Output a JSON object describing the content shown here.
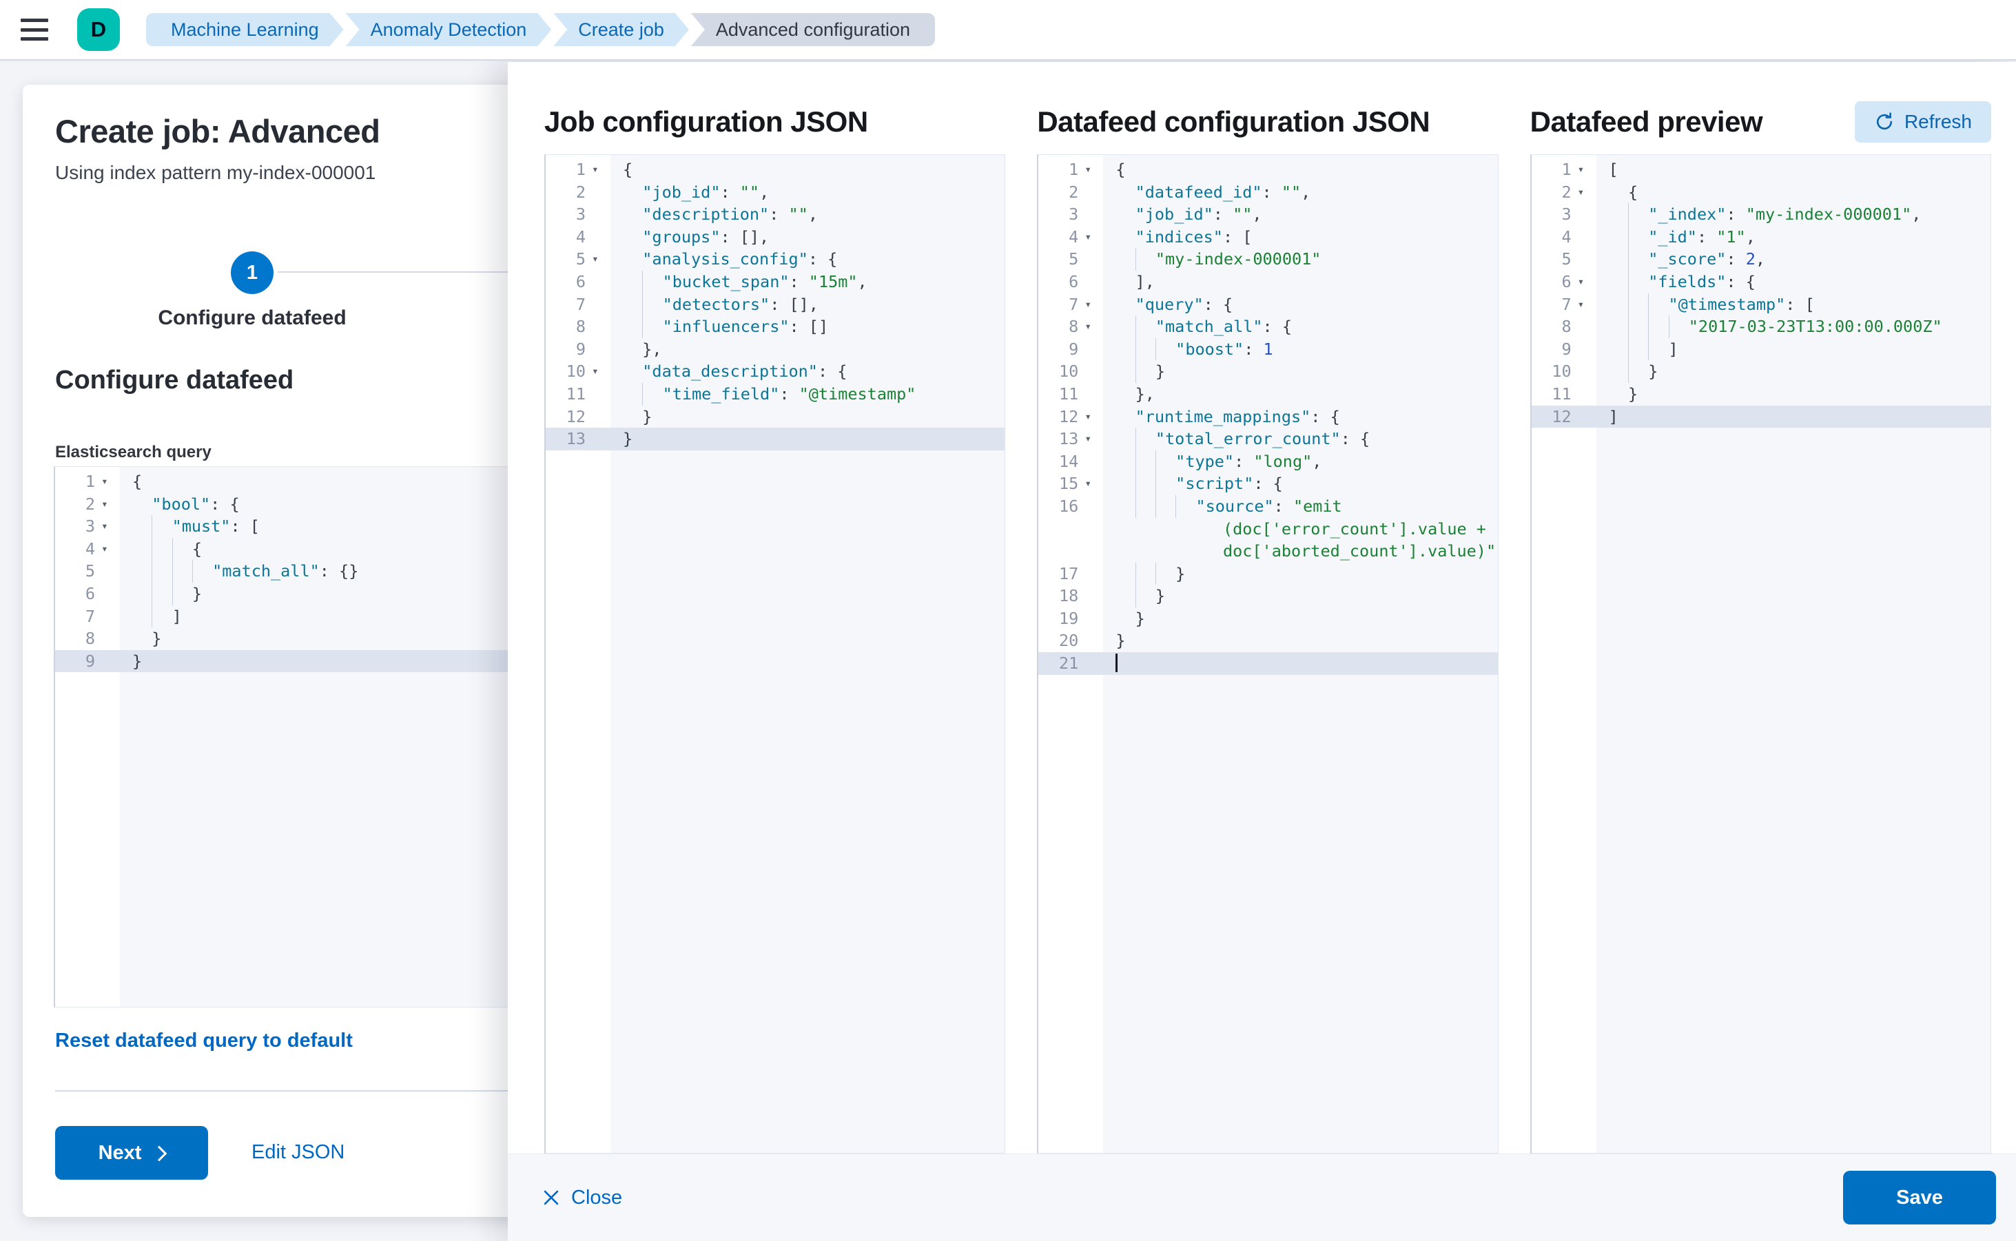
{
  "topbar": {
    "avatar_initial": "D",
    "breadcrumbs": [
      {
        "label": "Machine Learning"
      },
      {
        "label": "Anomaly Detection"
      },
      {
        "label": "Create job"
      },
      {
        "label": "Advanced configuration"
      }
    ]
  },
  "panel": {
    "title": "Create job: Advanced",
    "subtitle": "Using index pattern my-index-000001",
    "step_number": "1",
    "step_label": "Configure datafeed",
    "section_heading": "Configure datafeed",
    "query_label": "Elasticsearch query",
    "reset_link": "Reset datafeed query to default",
    "next_button": "Next",
    "edit_json_link": "Edit JSON"
  },
  "flyout": {
    "col1_title": "Job configuration JSON",
    "col2_title": "Datafeed configuration JSON",
    "col3_title": "Datafeed preview",
    "refresh_button": "Refresh",
    "close_button": "Close",
    "save_button": "Save"
  },
  "colors": {
    "accent_blue": "#0071c2",
    "breadcrumb_blue_bg": "#d2e7f8",
    "breadcrumb_gray_bg": "#d3dae6",
    "avatar_teal": "#00bfb3",
    "editor_bg": "#f5f7fa",
    "active_line": "#dde4ef",
    "key_color": "#0c7598",
    "string_color": "#1b8135",
    "number_color": "#2450c9"
  },
  "editors": {
    "esQuery": {
      "lines": [
        {
          "n": "1",
          "fold": true,
          "ind": 0,
          "t": [
            [
              "p",
              "{"
            ]
          ]
        },
        {
          "n": "2",
          "fold": true,
          "ind": 1,
          "t": [
            [
              "k",
              "\"bool\""
            ],
            [
              "p",
              ": {"
            ]
          ]
        },
        {
          "n": "3",
          "fold": true,
          "ind": 2,
          "t": [
            [
              "k",
              "\"must\""
            ],
            [
              "p",
              ": ["
            ]
          ]
        },
        {
          "n": "4",
          "fold": true,
          "ind": 3,
          "t": [
            [
              "p",
              "{"
            ]
          ]
        },
        {
          "n": "5",
          "ind": 4,
          "t": [
            [
              "k",
              "\"match_all\""
            ],
            [
              "p",
              ": {}"
            ]
          ]
        },
        {
          "n": "6",
          "ind": 3,
          "t": [
            [
              "p",
              "}"
            ]
          ]
        },
        {
          "n": "7",
          "ind": 2,
          "t": [
            [
              "p",
              "]"
            ]
          ]
        },
        {
          "n": "8",
          "ind": 1,
          "t": [
            [
              "p",
              "}"
            ]
          ]
        },
        {
          "n": "9",
          "ind": 0,
          "active": true,
          "t": [
            [
              "p",
              "}"
            ]
          ]
        }
      ]
    },
    "jobConfig": {
      "lines": [
        {
          "n": "1",
          "fold": true,
          "ind": 0,
          "t": [
            [
              "p",
              "{"
            ]
          ]
        },
        {
          "n": "2",
          "ind": 1,
          "t": [
            [
              "k",
              "\"job_id\""
            ],
            [
              "p",
              ": "
            ],
            [
              "s",
              "\"\""
            ],
            [
              "p",
              ","
            ]
          ]
        },
        {
          "n": "3",
          "ind": 1,
          "t": [
            [
              "k",
              "\"description\""
            ],
            [
              "p",
              ": "
            ],
            [
              "s",
              "\"\""
            ],
            [
              "p",
              ","
            ]
          ]
        },
        {
          "n": "4",
          "ind": 1,
          "t": [
            [
              "k",
              "\"groups\""
            ],
            [
              "p",
              ": [],"
            ]
          ]
        },
        {
          "n": "5",
          "fold": true,
          "ind": 1,
          "t": [
            [
              "k",
              "\"analysis_config\""
            ],
            [
              "p",
              ": {"
            ]
          ]
        },
        {
          "n": "6",
          "ind": 2,
          "t": [
            [
              "k",
              "\"bucket_span\""
            ],
            [
              "p",
              ": "
            ],
            [
              "s",
              "\"15m\""
            ],
            [
              "p",
              ","
            ]
          ]
        },
        {
          "n": "7",
          "ind": 2,
          "t": [
            [
              "k",
              "\"detectors\""
            ],
            [
              "p",
              ": [],"
            ]
          ]
        },
        {
          "n": "8",
          "ind": 2,
          "t": [
            [
              "k",
              "\"influencers\""
            ],
            [
              "p",
              ": []"
            ]
          ]
        },
        {
          "n": "9",
          "ind": 1,
          "t": [
            [
              "p",
              "},"
            ]
          ]
        },
        {
          "n": "10",
          "fold": true,
          "ind": 1,
          "t": [
            [
              "k",
              "\"data_description\""
            ],
            [
              "p",
              ": {"
            ]
          ]
        },
        {
          "n": "11",
          "ind": 2,
          "t": [
            [
              "k",
              "\"time_field\""
            ],
            [
              "p",
              ": "
            ],
            [
              "s",
              "\"@timestamp\""
            ]
          ]
        },
        {
          "n": "12",
          "ind": 1,
          "t": [
            [
              "p",
              "}"
            ]
          ]
        },
        {
          "n": "13",
          "ind": 0,
          "active": true,
          "t": [
            [
              "p",
              "}"
            ]
          ]
        }
      ]
    },
    "datafeedConfig": {
      "lines": [
        {
          "n": "1",
          "fold": true,
          "ind": 0,
          "t": [
            [
              "p",
              "{"
            ]
          ]
        },
        {
          "n": "2",
          "ind": 1,
          "t": [
            [
              "k",
              "\"datafeed_id\""
            ],
            [
              "p",
              ": "
            ],
            [
              "s",
              "\"\""
            ],
            [
              "p",
              ","
            ]
          ]
        },
        {
          "n": "3",
          "ind": 1,
          "t": [
            [
              "k",
              "\"job_id\""
            ],
            [
              "p",
              ": "
            ],
            [
              "s",
              "\"\""
            ],
            [
              "p",
              ","
            ]
          ]
        },
        {
          "n": "4",
          "fold": true,
          "ind": 1,
          "t": [
            [
              "k",
              "\"indices\""
            ],
            [
              "p",
              ": ["
            ]
          ]
        },
        {
          "n": "5",
          "ind": 2,
          "t": [
            [
              "s",
              "\"my-index-000001\""
            ]
          ]
        },
        {
          "n": "6",
          "ind": 1,
          "t": [
            [
              "p",
              "],"
            ]
          ]
        },
        {
          "n": "7",
          "fold": true,
          "ind": 1,
          "t": [
            [
              "k",
              "\"query\""
            ],
            [
              "p",
              ": {"
            ]
          ]
        },
        {
          "n": "8",
          "fold": true,
          "ind": 2,
          "t": [
            [
              "k",
              "\"match_all\""
            ],
            [
              "p",
              ": {"
            ]
          ]
        },
        {
          "n": "9",
          "ind": 3,
          "t": [
            [
              "k",
              "\"boost\""
            ],
            [
              "p",
              ": "
            ],
            [
              "n",
              "1"
            ]
          ]
        },
        {
          "n": "10",
          "ind": 2,
          "t": [
            [
              "p",
              "}"
            ]
          ]
        },
        {
          "n": "11",
          "ind": 1,
          "t": [
            [
              "p",
              "},"
            ]
          ]
        },
        {
          "n": "12",
          "fold": true,
          "ind": 1,
          "t": [
            [
              "k",
              "\"runtime_mappings\""
            ],
            [
              "p",
              ": {"
            ]
          ]
        },
        {
          "n": "13",
          "fold": true,
          "ind": 2,
          "t": [
            [
              "k",
              "\"total_error_count\""
            ],
            [
              "p",
              ": {"
            ]
          ]
        },
        {
          "n": "14",
          "ind": 3,
          "t": [
            [
              "k",
              "\"type\""
            ],
            [
              "p",
              ": "
            ],
            [
              "s",
              "\"long\""
            ],
            [
              "p",
              ","
            ]
          ]
        },
        {
          "n": "15",
          "fold": true,
          "ind": 3,
          "t": [
            [
              "k",
              "\"script\""
            ],
            [
              "p",
              ": {"
            ]
          ]
        },
        {
          "n": "16",
          "ind": 4,
          "t": [
            [
              "k",
              "\"source\""
            ],
            [
              "p",
              ": "
            ],
            [
              "s",
              "\"emit"
            ]
          ]
        },
        {
          "n": "",
          "ind": 0,
          "t": [
            [
              "s",
              "           (doc['error_count'].value +"
            ]
          ]
        },
        {
          "n": "",
          "ind": 0,
          "t": [
            [
              "s",
              "           doc['aborted_count'].value)\""
            ]
          ]
        },
        {
          "n": "17",
          "ind": 3,
          "t": [
            [
              "p",
              "}"
            ]
          ]
        },
        {
          "n": "18",
          "ind": 2,
          "t": [
            [
              "p",
              "}"
            ]
          ]
        },
        {
          "n": "19",
          "ind": 1,
          "t": [
            [
              "p",
              "}"
            ]
          ]
        },
        {
          "n": "20",
          "ind": 0,
          "t": [
            [
              "p",
              "}"
            ]
          ]
        },
        {
          "n": "21",
          "ind": 0,
          "active": true,
          "cursor": true,
          "t": []
        }
      ]
    },
    "preview": {
      "lines": [
        {
          "n": "1",
          "fold": true,
          "ind": 0,
          "t": [
            [
              "p",
              "["
            ]
          ]
        },
        {
          "n": "2",
          "fold": true,
          "ind": 1,
          "t": [
            [
              "p",
              "{"
            ]
          ]
        },
        {
          "n": "3",
          "ind": 2,
          "t": [
            [
              "k",
              "\"_index\""
            ],
            [
              "p",
              ": "
            ],
            [
              "s",
              "\"my-index-000001\""
            ],
            [
              "p",
              ","
            ]
          ]
        },
        {
          "n": "4",
          "ind": 2,
          "t": [
            [
              "k",
              "\"_id\""
            ],
            [
              "p",
              ": "
            ],
            [
              "s",
              "\"1\""
            ],
            [
              "p",
              ","
            ]
          ]
        },
        {
          "n": "5",
          "ind": 2,
          "t": [
            [
              "k",
              "\"_score\""
            ],
            [
              "p",
              ": "
            ],
            [
              "n",
              "2"
            ],
            [
              "p",
              ","
            ]
          ]
        },
        {
          "n": "6",
          "fold": true,
          "ind": 2,
          "t": [
            [
              "k",
              "\"fields\""
            ],
            [
              "p",
              ": {"
            ]
          ]
        },
        {
          "n": "7",
          "fold": true,
          "ind": 3,
          "t": [
            [
              "k",
              "\"@timestamp\""
            ],
            [
              "p",
              ": ["
            ]
          ]
        },
        {
          "n": "8",
          "ind": 4,
          "t": [
            [
              "s",
              "\"2017-03-23T13:00:00.000Z\""
            ]
          ]
        },
        {
          "n": "9",
          "ind": 3,
          "t": [
            [
              "p",
              "]"
            ]
          ]
        },
        {
          "n": "10",
          "ind": 2,
          "t": [
            [
              "p",
              "}"
            ]
          ]
        },
        {
          "n": "11",
          "ind": 1,
          "t": [
            [
              "p",
              "}"
            ]
          ]
        },
        {
          "n": "12",
          "ind": 0,
          "active": true,
          "t": [
            [
              "p",
              "]"
            ]
          ]
        }
      ]
    }
  }
}
